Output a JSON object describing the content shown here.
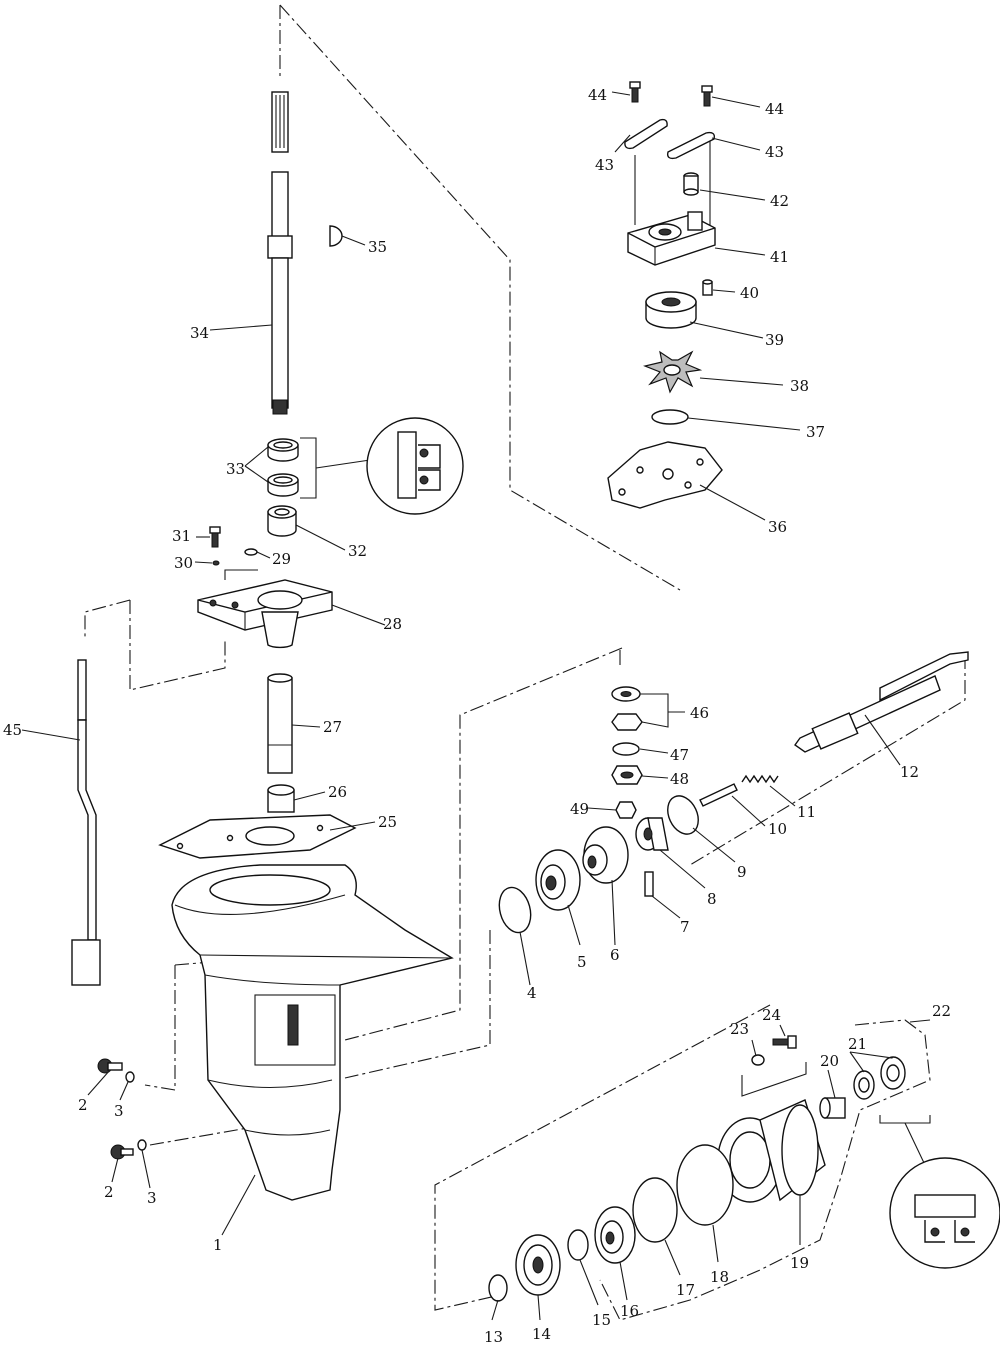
{
  "callouts": [
    {
      "id": "c44a",
      "text": "44"
    },
    {
      "id": "c44b",
      "text": "44"
    },
    {
      "id": "c43a",
      "text": "43"
    },
    {
      "id": "c43b",
      "text": "43"
    },
    {
      "id": "c42",
      "text": "42"
    },
    {
      "id": "c41",
      "text": "41"
    },
    {
      "id": "c40",
      "text": "40"
    },
    {
      "id": "c39",
      "text": "39"
    },
    {
      "id": "c38",
      "text": "38"
    },
    {
      "id": "c37",
      "text": "37"
    },
    {
      "id": "c36",
      "text": "36"
    },
    {
      "id": "c35",
      "text": "35"
    },
    {
      "id": "c34",
      "text": "34"
    },
    {
      "id": "c33",
      "text": "33"
    },
    {
      "id": "c32",
      "text": "32"
    },
    {
      "id": "c31",
      "text": "31"
    },
    {
      "id": "c30",
      "text": "30"
    },
    {
      "id": "c29",
      "text": "29"
    },
    {
      "id": "c28",
      "text": "28"
    },
    {
      "id": "c27",
      "text": "27"
    },
    {
      "id": "c26",
      "text": "26"
    },
    {
      "id": "c25",
      "text": "25"
    },
    {
      "id": "c45",
      "text": "45"
    },
    {
      "id": "c46",
      "text": "46"
    },
    {
      "id": "c47",
      "text": "47"
    },
    {
      "id": "c48",
      "text": "48"
    },
    {
      "id": "c49",
      "text": "49"
    },
    {
      "id": "c12",
      "text": "12"
    },
    {
      "id": "c11",
      "text": "11"
    },
    {
      "id": "c10",
      "text": "10"
    },
    {
      "id": "c9",
      "text": "9"
    },
    {
      "id": "c8",
      "text": "8"
    },
    {
      "id": "c7",
      "text": "7"
    },
    {
      "id": "c6",
      "text": "6"
    },
    {
      "id": "c5",
      "text": "5"
    },
    {
      "id": "c4",
      "text": "4"
    },
    {
      "id": "c2a",
      "text": "2"
    },
    {
      "id": "c3a",
      "text": "3"
    },
    {
      "id": "c2b",
      "text": "2"
    },
    {
      "id": "c3b",
      "text": "3"
    },
    {
      "id": "c1",
      "text": "1"
    },
    {
      "id": "c22",
      "text": "22"
    },
    {
      "id": "c24",
      "text": "24"
    },
    {
      "id": "c23",
      "text": "23"
    },
    {
      "id": "c21",
      "text": "21"
    },
    {
      "id": "c20",
      "text": "20"
    },
    {
      "id": "c19",
      "text": "19"
    },
    {
      "id": "c18",
      "text": "18"
    },
    {
      "id": "c17",
      "text": "17"
    },
    {
      "id": "c16",
      "text": "16"
    },
    {
      "id": "c15",
      "text": "15"
    },
    {
      "id": "c14",
      "text": "14"
    },
    {
      "id": "c13",
      "text": "13"
    }
  ]
}
